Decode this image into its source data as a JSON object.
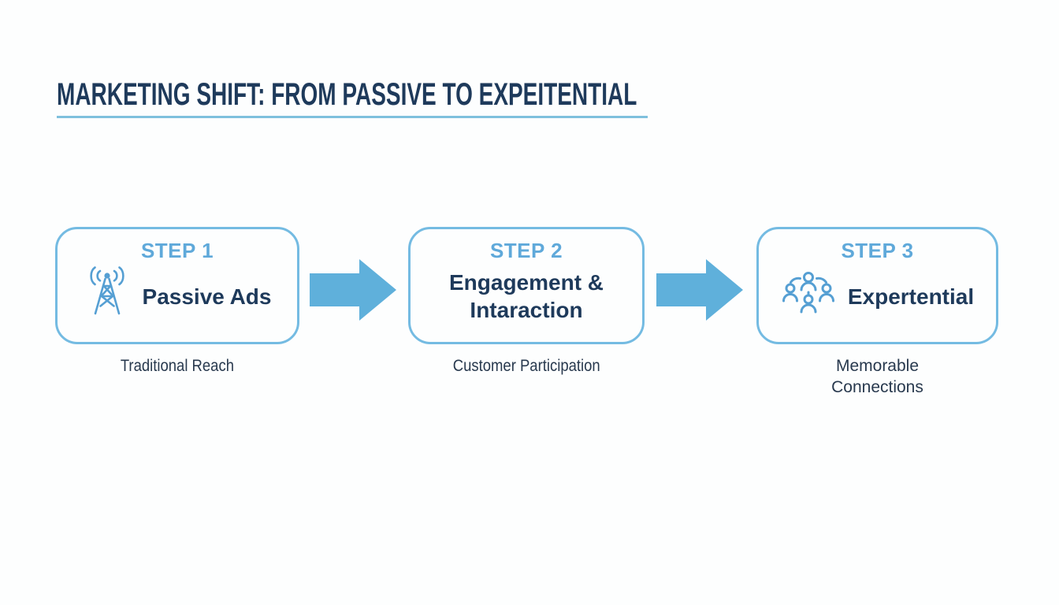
{
  "title": "MARKETING SHIFT: FROM PASSIVE TO EXPEITENTIAL",
  "steps": [
    {
      "label": "STEP 1",
      "name": "Passive Ads",
      "caption": "Traditional Reach",
      "icon": "broadcast-tower-icon"
    },
    {
      "label": "STEP 2",
      "name": "Engagement & Intaraction",
      "caption": "Customer Participation",
      "icon": "none"
    },
    {
      "label": "STEP 3",
      "name": "Expertential",
      "caption": "Memorable Connections",
      "icon": "people-group-icon"
    }
  ],
  "connectors": [
    {
      "icon": "arrow-right-icon"
    },
    {
      "icon": "arrow-right-icon"
    }
  ],
  "colors": {
    "background": "#FDFEFE",
    "title_text": "#1E3A5B",
    "title_underline": "#7FC0DD",
    "step_label": "#5FA9DA",
    "step_name": "#1E3A5B",
    "box_border": "#74BBE2",
    "arrow": "#5FB0DB",
    "icon": "#559FD3",
    "caption": "#28394E"
  }
}
